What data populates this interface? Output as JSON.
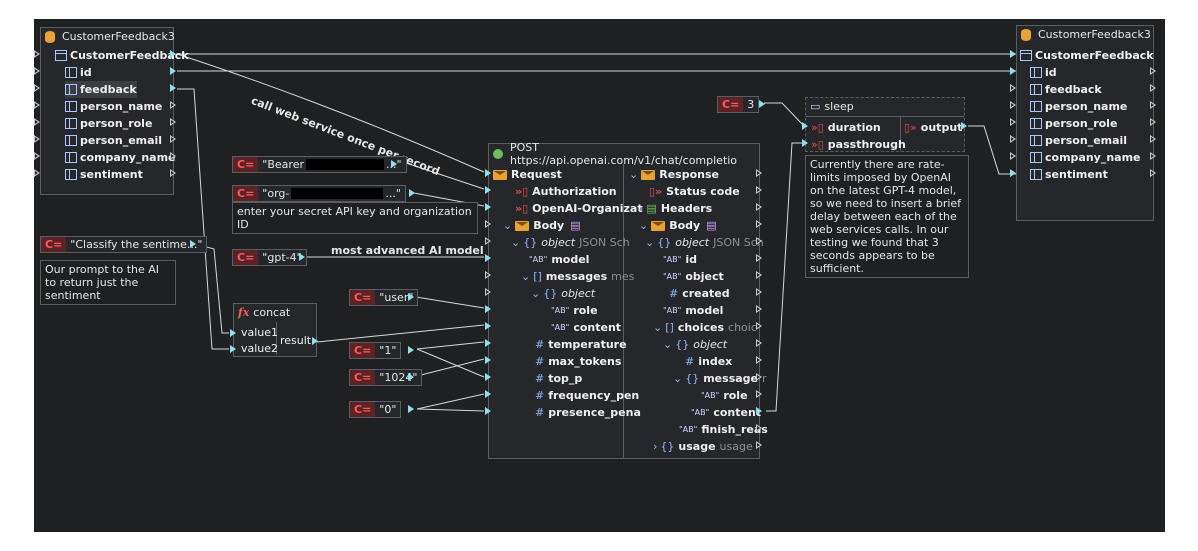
{
  "source": {
    "title": "CustomerFeedback3",
    "rows": [
      "CustomerFeedback",
      "id",
      "feedback",
      "person_name",
      "person_role",
      "person_email",
      "company_name",
      "sentiment"
    ]
  },
  "target": {
    "title": "CustomerFeedback3",
    "rows": [
      "CustomerFeedback",
      "id",
      "feedback",
      "person_name",
      "person_role",
      "person_email",
      "company_name",
      "sentiment"
    ]
  },
  "labels": {
    "call_label": "call web service once per record",
    "model_label": "most advanced AI model"
  },
  "constants": {
    "bearer": "\"Bearer",
    "bearer_end": "...\"",
    "org": "\"org-",
    "org_end": "...\"",
    "classify": "\"Classify the sentime...\"",
    "gpt4": "\"gpt-4\"",
    "user": "\"user\"",
    "one": "\"1\"",
    "tokens": "\"1024\"",
    "zero": "\"0\"",
    "three": "3",
    "c_mark": "C="
  },
  "notes": {
    "api_key": "enter your secret API key and organization ID",
    "prompt": "Our prompt to the AI to return just the sentiment",
    "ratelimit": "Currently there are rate-limits imposed by OpenAI on the latest GPT-4 model, so we need to insert a brief delay between each of the web services calls. In our testing we found that 3 seconds appears to be sufficient."
  },
  "concat": {
    "title": "concat",
    "fx": "fx",
    "in1": "value1",
    "in2": "value2",
    "out": "result"
  },
  "sleep": {
    "title": "sleep",
    "duration": "duration",
    "passthrough": "passthrough",
    "output": "output"
  },
  "request": {
    "title": "POST https://api.openai.com/v1/chat/completio",
    "left": {
      "request": "Request",
      "authorization": "Authorization",
      "openai_org": "OpenAI-Organizat",
      "body": "Body",
      "object": "object",
      "json_schema": "JSON Sch",
      "model": "model",
      "messages": "messages",
      "messages_sub": "mes",
      "msg_object": "object",
      "role": "role",
      "content": "content",
      "temperature": "temperature",
      "max_tokens": "max_tokens",
      "top_p": "top_p",
      "frequency": "frequency_pen",
      "presence": "presence_pena"
    },
    "right": {
      "response": "Response",
      "status": "Status code",
      "headers": "Headers",
      "body": "Body",
      "object": "object",
      "json_schema": "JSON Sch",
      "id": "id",
      "object_field": "object",
      "created": "created",
      "model": "model",
      "choices": "choices",
      "choices_sub": "choic",
      "choice_object": "object",
      "index": "index",
      "message": "message",
      "message_sub": "r",
      "role": "role",
      "content": "content",
      "finish": "finish_reas",
      "usage": "usage",
      "usage_sub": "usage"
    }
  },
  "colors": {
    "canvas": "#1f2022",
    "panel": "#26272a",
    "border": "#5a5d63",
    "wire": "#d8d8d8",
    "pin": "#8fe0e8",
    "constant_red": "#ff5b5b"
  }
}
